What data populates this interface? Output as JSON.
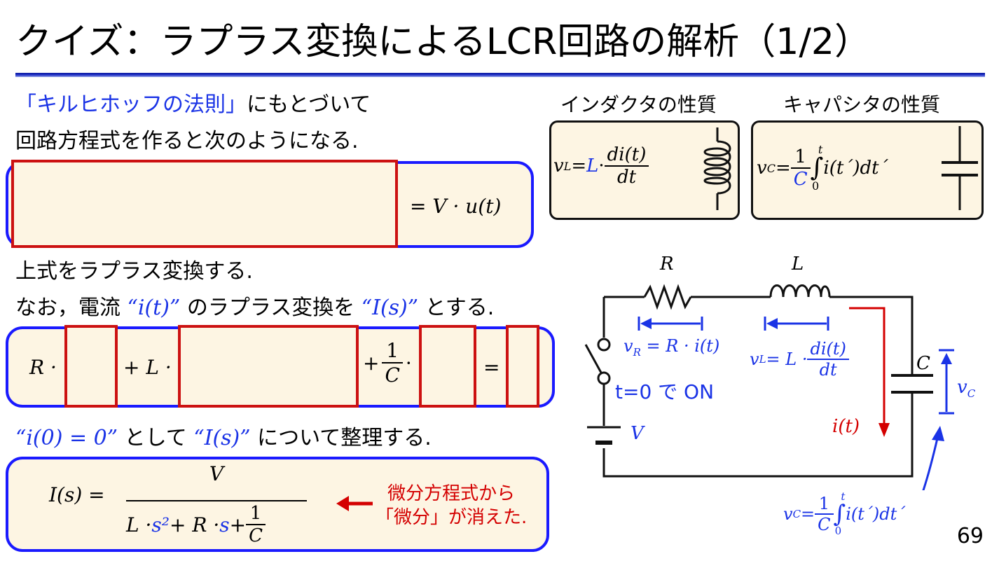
{
  "title": "クイズ：ラプラス変換によるLCR回路の解析（1/2）",
  "intro": {
    "line1_highlight": "「キルヒホッフの法則」",
    "line1_rest": "にもとづいて",
    "line2": "回路方程式を作ると次のようになる."
  },
  "eq1_rhs": "= V · u(t)",
  "laplace": {
    "line1": "上式をラプラス変換する.",
    "line2_a": "なお，電流 ",
    "line2_q1": "“i(t)”",
    "line2_b": " のラプラス変換を ",
    "line2_q2": "“I(s)”",
    "line2_c": " とする."
  },
  "eq2": {
    "r_part": "R ·",
    "l_part": "+ L ·",
    "c_plus": "+",
    "c_num": "1",
    "c_den": "C",
    "c_dot": "·",
    "equals": "="
  },
  "organize": {
    "q1": "“i(0) = 0”",
    "a": " として ",
    "q2": "“I(s)”",
    "b": " について整理する."
  },
  "result": {
    "lhs": "I(s) =",
    "num": "V",
    "den_a": "L · ",
    "den_s2": "s²",
    "den_b": " + R · ",
    "den_s": "s",
    "den_c": " + ",
    "den_frac_num": "1",
    "den_frac_den": "C",
    "note_line1": "微分方程式から",
    "note_line2": "「微分」が消えた."
  },
  "inductor_card": {
    "label": "インダクタの性質",
    "lhs": "v",
    "lhs_sub": "L",
    "eq": " = ",
    "coef": "L",
    "dot": " · ",
    "num": "di(t)",
    "den": "dt"
  },
  "capacitor_card": {
    "label": "キャパシタの性質",
    "lhs": "v",
    "lhs_sub": "C",
    "eq": " = ",
    "frac_num": "1",
    "frac_den": "C",
    "int_upper": "t",
    "int_lower": "0",
    "integrand": "i(t´)dt´"
  },
  "circuit": {
    "label_R": "R",
    "label_L": "L",
    "label_C": "C",
    "label_V": "V",
    "vR": "v",
    "vR_sub": "R",
    "vR_eq": "= R · i(t)",
    "vL": "v",
    "vL_sub": "L",
    "vL_eq": " = L ·",
    "vL_num": "di(t)",
    "vL_den": "dt",
    "switch_note": "t=0 で ON",
    "current": "i(t)",
    "vC": "v",
    "vC_sub": "C",
    "vC_bottom_lhs": "v",
    "vC_bottom_sub": "C",
    "vC_bottom_eq": " = ",
    "vC_bottom_num": "1",
    "vC_bottom_den": "C",
    "vC_bottom_upper": "t",
    "vC_bottom_lower": "0",
    "vC_bottom_integrand": "i(t´)dt´"
  },
  "colors": {
    "blue_text": "#1a33e6",
    "red_text": "#d40000",
    "box_fill": "#fdf5e3",
    "box_border": "#1a1aff",
    "answer_box_border": "#cc1111"
  },
  "page_number": "69"
}
